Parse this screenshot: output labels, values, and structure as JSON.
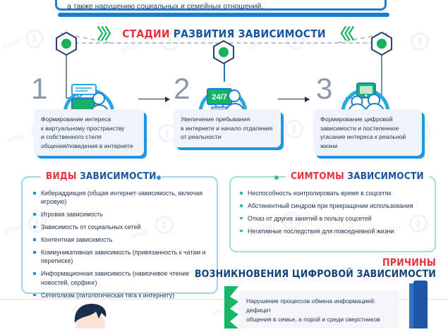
{
  "top_box": {
    "text": "а также нарушению социальных и семейных отношений."
  },
  "stages_header": {
    "title_red": "СТАДИИ",
    "title_blue": "РАЗВИТИЯ ЗАВИСИМОСТИ",
    "left_arrows": "〉〉〉",
    "right_arrows": "〈〈〈"
  },
  "stages": [
    {
      "number": "1",
      "icon": "monitor-chat-person-icon",
      "lines": [
        "Формирование интереса",
        "к виртуальному пространству",
        "и собственного стиля",
        "общения/поведения в интернете"
      ]
    },
    {
      "number": "2",
      "icon": "monitor-247-person-icon",
      "screen_label": "24/7",
      "lines": [
        "Увеличение пребывания",
        "в интернете и начало отдаления",
        "от реальности"
      ]
    },
    {
      "number": "3",
      "icon": "two-people-tablet-icon",
      "lines": [
        "Формирование цифровой",
        "зависимости и постепенное",
        "угасание интереса к реальной",
        "жизни"
      ]
    }
  ],
  "types_panel": {
    "title_red": "ВИДЫ",
    "title_blue": "ЗАВИСИМОСТИ",
    "items": [
      "Кибераддикция (общая интернет-зависимость, включая игровую)",
      "Игровая зависимость",
      "Зависимость от социальных сетей",
      "Контентная зависимость",
      "Коммуникативная зависимость (привязанность к чатам и переписке)",
      "Информационная зависимость (навязчивое чтение новостей, серфинг)",
      "Сетеголизм (патологическая тяга к интернету)"
    ]
  },
  "symptoms_panel": {
    "title_red": "СИМТОМЫ",
    "title_blue": "ЗАВИСИМОСТИ",
    "items": [
      "Неспособность контролировать время в соцсетях",
      "Абстинентный синдром при прекращении использования",
      "Отказ от других занятий в пользу соцсетей",
      "Негативные последствия для повседневной жизни"
    ]
  },
  "causes": {
    "title_red": "ПРИЧИНЫ",
    "title_blue": "ВОЗНИКНОВЕНИЯ ЦИФРОВОЙ ЗАВИСИМОСТИ",
    "lines": [
      "Нарушение процессов обмена информацией: дефицит",
      "общения в семье, а порой и среди сверстников"
    ]
  },
  "colors": {
    "red": "#e8303a",
    "blue": "#1456a0",
    "green": "#19b05c",
    "teal": "#3ab89a",
    "card_blue": "#2196e0",
    "navy": "#18355c"
  }
}
